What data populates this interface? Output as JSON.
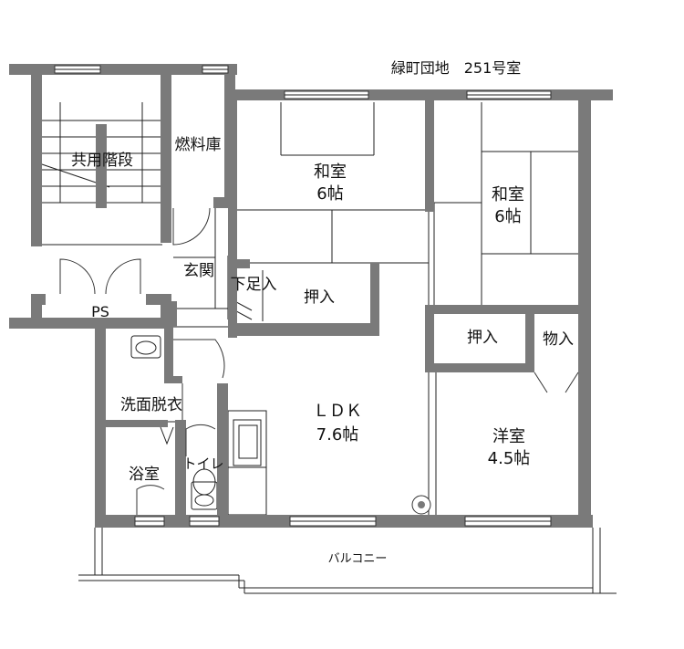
{
  "title": "緑町団地　251号室",
  "rooms": {
    "stairs": "共用階段",
    "fuel_storage": "燃料庫",
    "washitsu1_name": "和室",
    "washitsu1_size": "6帖",
    "washitsu2_name": "和室",
    "washitsu2_size": "6帖",
    "entrance": "玄関",
    "shoe_shelf": "下足入",
    "closet1": "押入",
    "closet2": "押入",
    "storage": "物入",
    "ps": "PS",
    "washroom": "洗面脱衣",
    "ldk_name": "ＬＤＫ",
    "ldk_size": "7.6帖",
    "western_name": "洋室",
    "western_size": "4.5帖",
    "bath": "浴室",
    "toilet": "トイレ",
    "balcony": "バルコニー"
  }
}
